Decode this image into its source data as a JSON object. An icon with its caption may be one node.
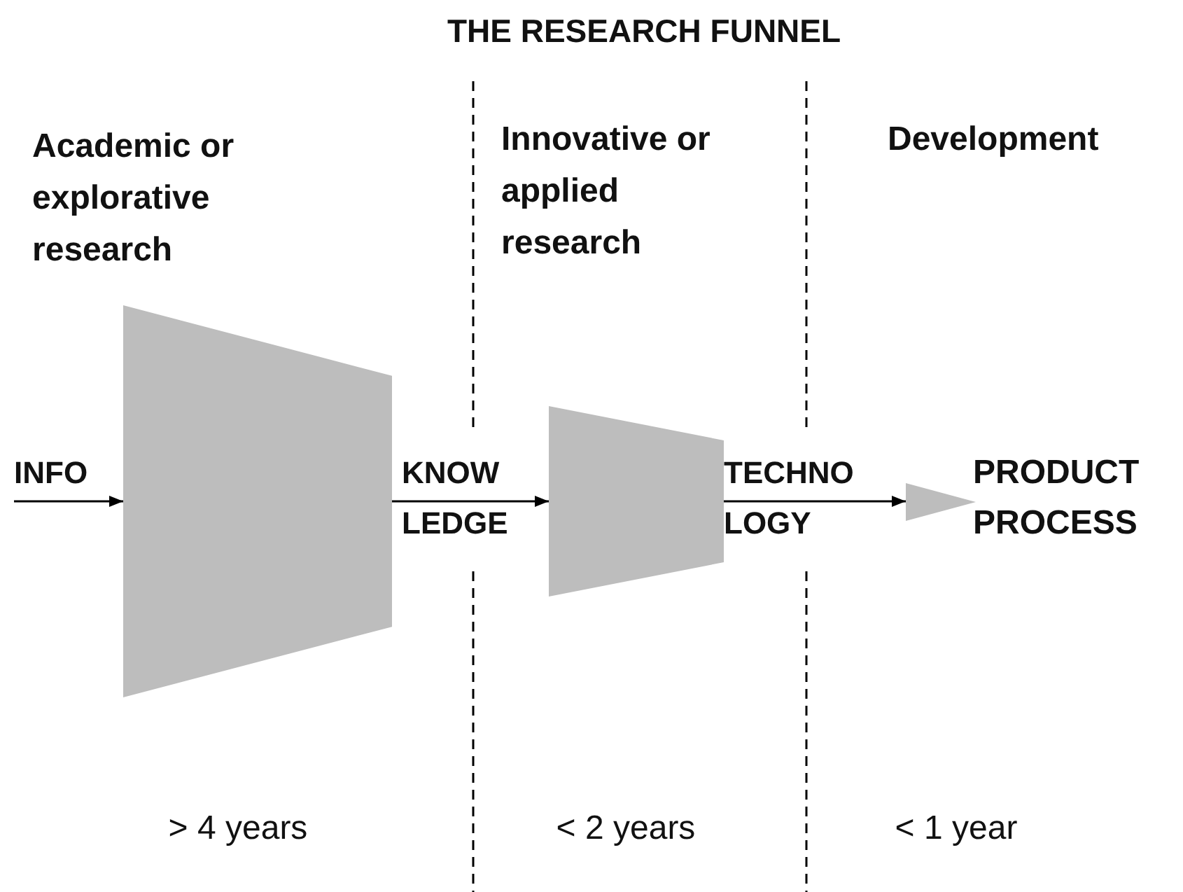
{
  "diagram": {
    "title": "THE RESEARCH FUNNEL",
    "nodes": [
      {
        "text": [],
        "shape": "trapezoid"
      },
      {
        "text": [],
        "shape": "trapezoid"
      },
      {
        "text": [],
        "shape": "triangle"
      }
    ],
    "edges": [
      {
        "from": null,
        "to": 0,
        "arrow": "to",
        "label": "INFO"
      },
      {
        "from": 0,
        "to": 1,
        "arrow": "to",
        "label": "KNOW LEDGE"
      },
      {
        "from": 1,
        "to": 2,
        "arrow": "to",
        "label": "TECHNO LOGY"
      }
    ],
    "labels": [
      "Academic or explorative research",
      "Innovative or applied research",
      "Development",
      "PRODUCT PROCESS",
      "> 4 years",
      "< 2 years",
      "< 1 year"
    ]
  }
}
